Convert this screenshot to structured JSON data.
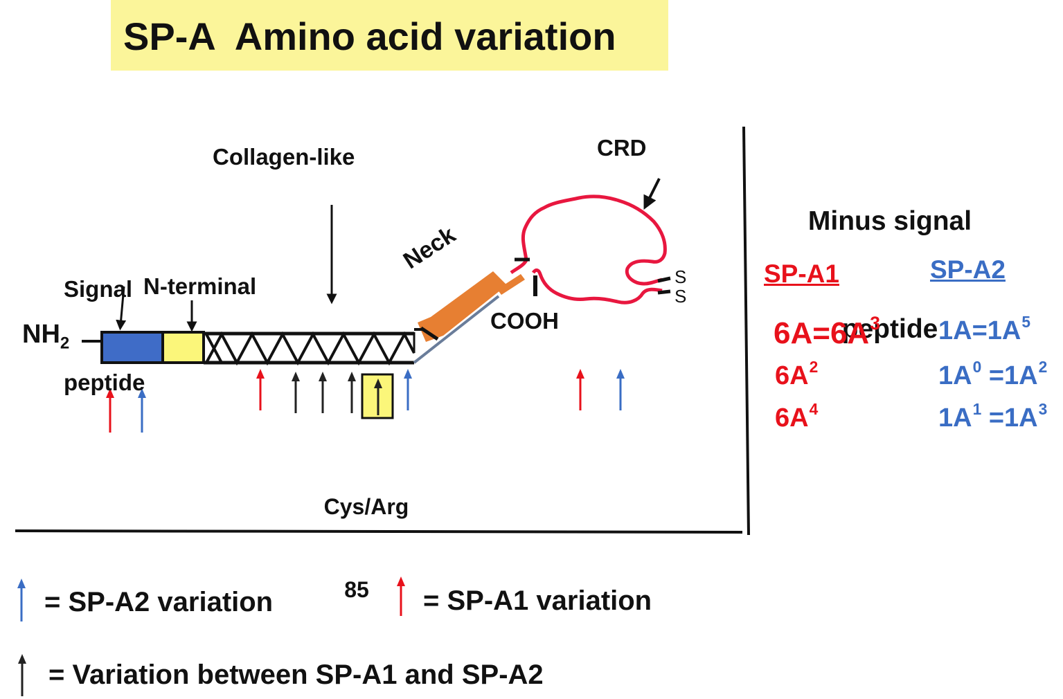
{
  "title": "SP-A  Amino acid variation",
  "diagram": {
    "nh2": "NH",
    "nh2_sub": "2",
    "signal_peptide": [
      "Signal",
      "peptide"
    ],
    "n_terminal": "N-terminal",
    "collagen_like": "Collagen-like",
    "neck": "Neck",
    "cooh": "COOH",
    "crd": "CRD",
    "s_labels": [
      "S",
      "S"
    ],
    "cys_arg": [
      "Cys/Arg",
      "85"
    ]
  },
  "side_panel": {
    "heading": [
      "Minus signal",
      "peptide"
    ],
    "sp_a1": {
      "label": "SP-A1",
      "variants": [
        {
          "base": "6A=6A",
          "sup": "3"
        },
        {
          "base": "6A",
          "sup": "2"
        },
        {
          "base": "6A",
          "sup": "4"
        }
      ]
    },
    "sp_a2": {
      "label": "SP-A2",
      "variants": [
        {
          "base": "1A=1A",
          "sup": "5"
        },
        {
          "base": "1A",
          "sup": "0",
          "rest": " =1A",
          "sup2": "2"
        },
        {
          "base": "1A",
          "sup": "1",
          "rest": " =1A",
          "sup2": "3"
        }
      ]
    }
  },
  "legend": {
    "blue": "= SP-A2 variation",
    "red": "= SP-A1 variation",
    "black": "= Variation between SP-A1 and SP-A2"
  },
  "colors": {
    "sp_a1": "#e8111b",
    "sp_a2": "#3a6dc4",
    "variation_between": "#222222",
    "signal_box": "#3f6cc7",
    "nterm_box": "#fbf67a",
    "neck": "#e77f32",
    "crd": "#e8173f",
    "title_bg": "#fbf59a"
  }
}
